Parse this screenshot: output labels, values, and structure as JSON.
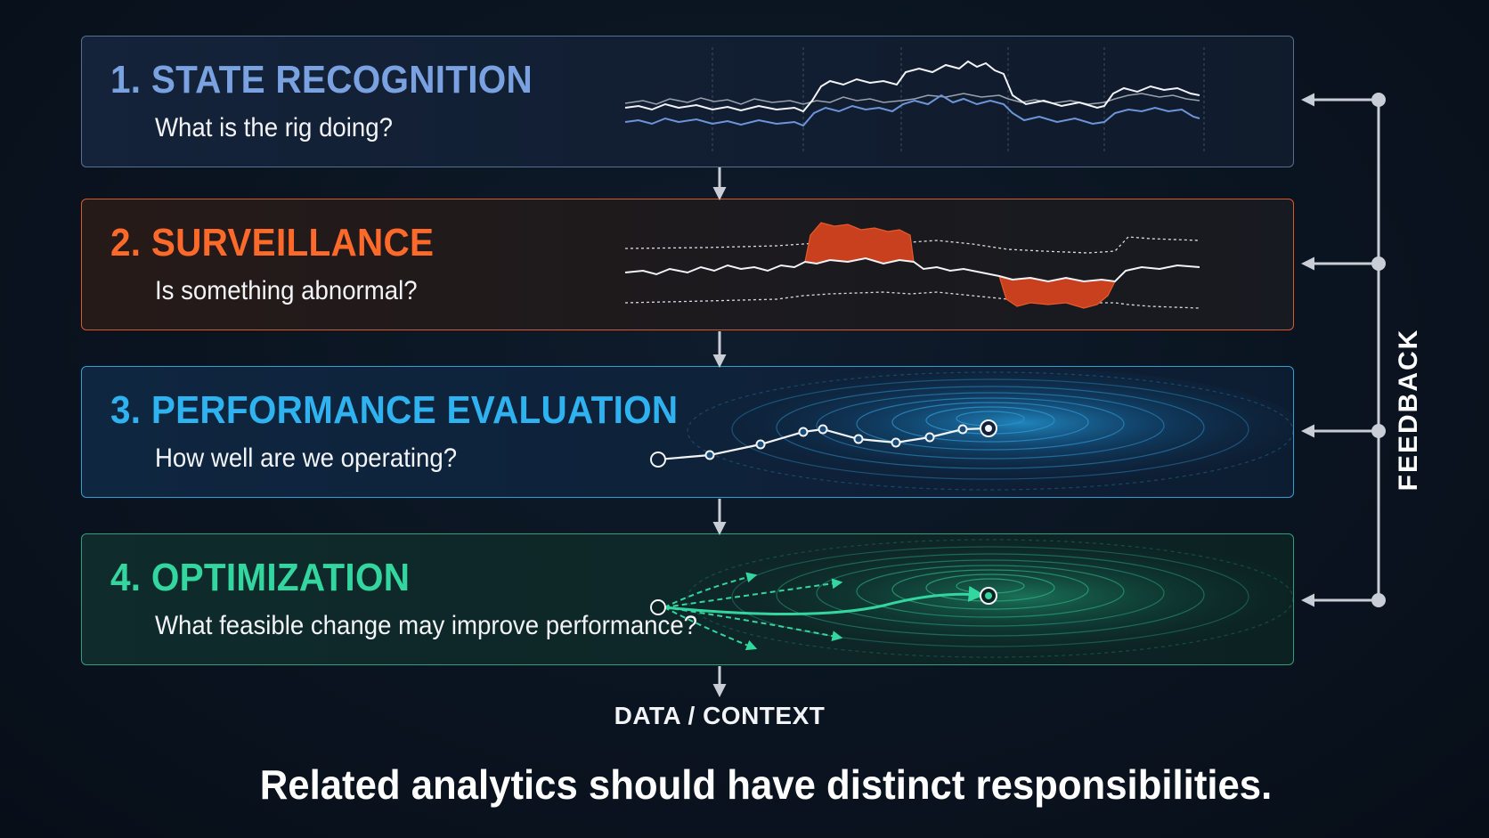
{
  "stages": [
    {
      "number": "1.",
      "name": "STATE RECOGNITION",
      "title": "1. STATE RECOGNITION",
      "question": "What is the rig doing?",
      "color": "#7aa2e0"
    },
    {
      "number": "2.",
      "name": "SURVEILLANCE",
      "title": "2. SURVEILLANCE",
      "question": "Is something abnormal?",
      "color": "#ff6a2a"
    },
    {
      "number": "3.",
      "name": "PERFORMANCE EVALUATION",
      "title": "3. PERFORMANCE EVALUATION",
      "question": "How well are we operating?",
      "color": "#2fb2f0"
    },
    {
      "number": "4.",
      "name": "OPTIMIZATION",
      "title": "4. OPTIMIZATION",
      "question": "What feasible change may improve performance?",
      "color": "#34d6a0"
    }
  ],
  "feedback_label": "FEEDBACK",
  "data_context_label": "DATA / CONTEXT",
  "footer_statement": "Related analytics should have distinct responsibilities.",
  "icons": [
    "down-arrow-icon",
    "left-arrow-icon",
    "target-icon"
  ]
}
